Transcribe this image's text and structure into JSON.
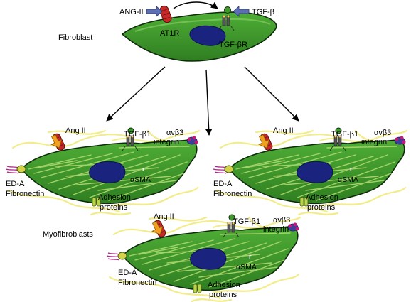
{
  "top": {
    "ang_ii": "ANG-II",
    "at1r": "AT1R",
    "tgf_beta": "TGF-β",
    "tgf_beta_r": "TGF-βR",
    "fibroblast": "Fibroblast"
  },
  "myofibroblast_labels": {
    "ang_ii": "Ang II",
    "tgf_beta1": "TGF-β1",
    "integrin_line1": "αvβ3",
    "integrin_line2": "integrin",
    "r": "r",
    "alpha_sma": "αSMA",
    "ed_a": "ED-A",
    "fibronectin": "Fibronectin",
    "adhesion": "Adhesion",
    "proteins": "proteins"
  },
  "myofibroblasts_caption": "Myofibroblasts",
  "colors": {
    "cell_fill": "#3f9a2c",
    "cell_stroke": "#0f2a0c",
    "fiber": "#a9d66b",
    "nucleus": "#1a237e",
    "receptor_red": "#c62828",
    "arrow_blue": "#5b6fb5",
    "arrow_orange": "#f0a020",
    "fibrils": "#f3ec8a"
  }
}
